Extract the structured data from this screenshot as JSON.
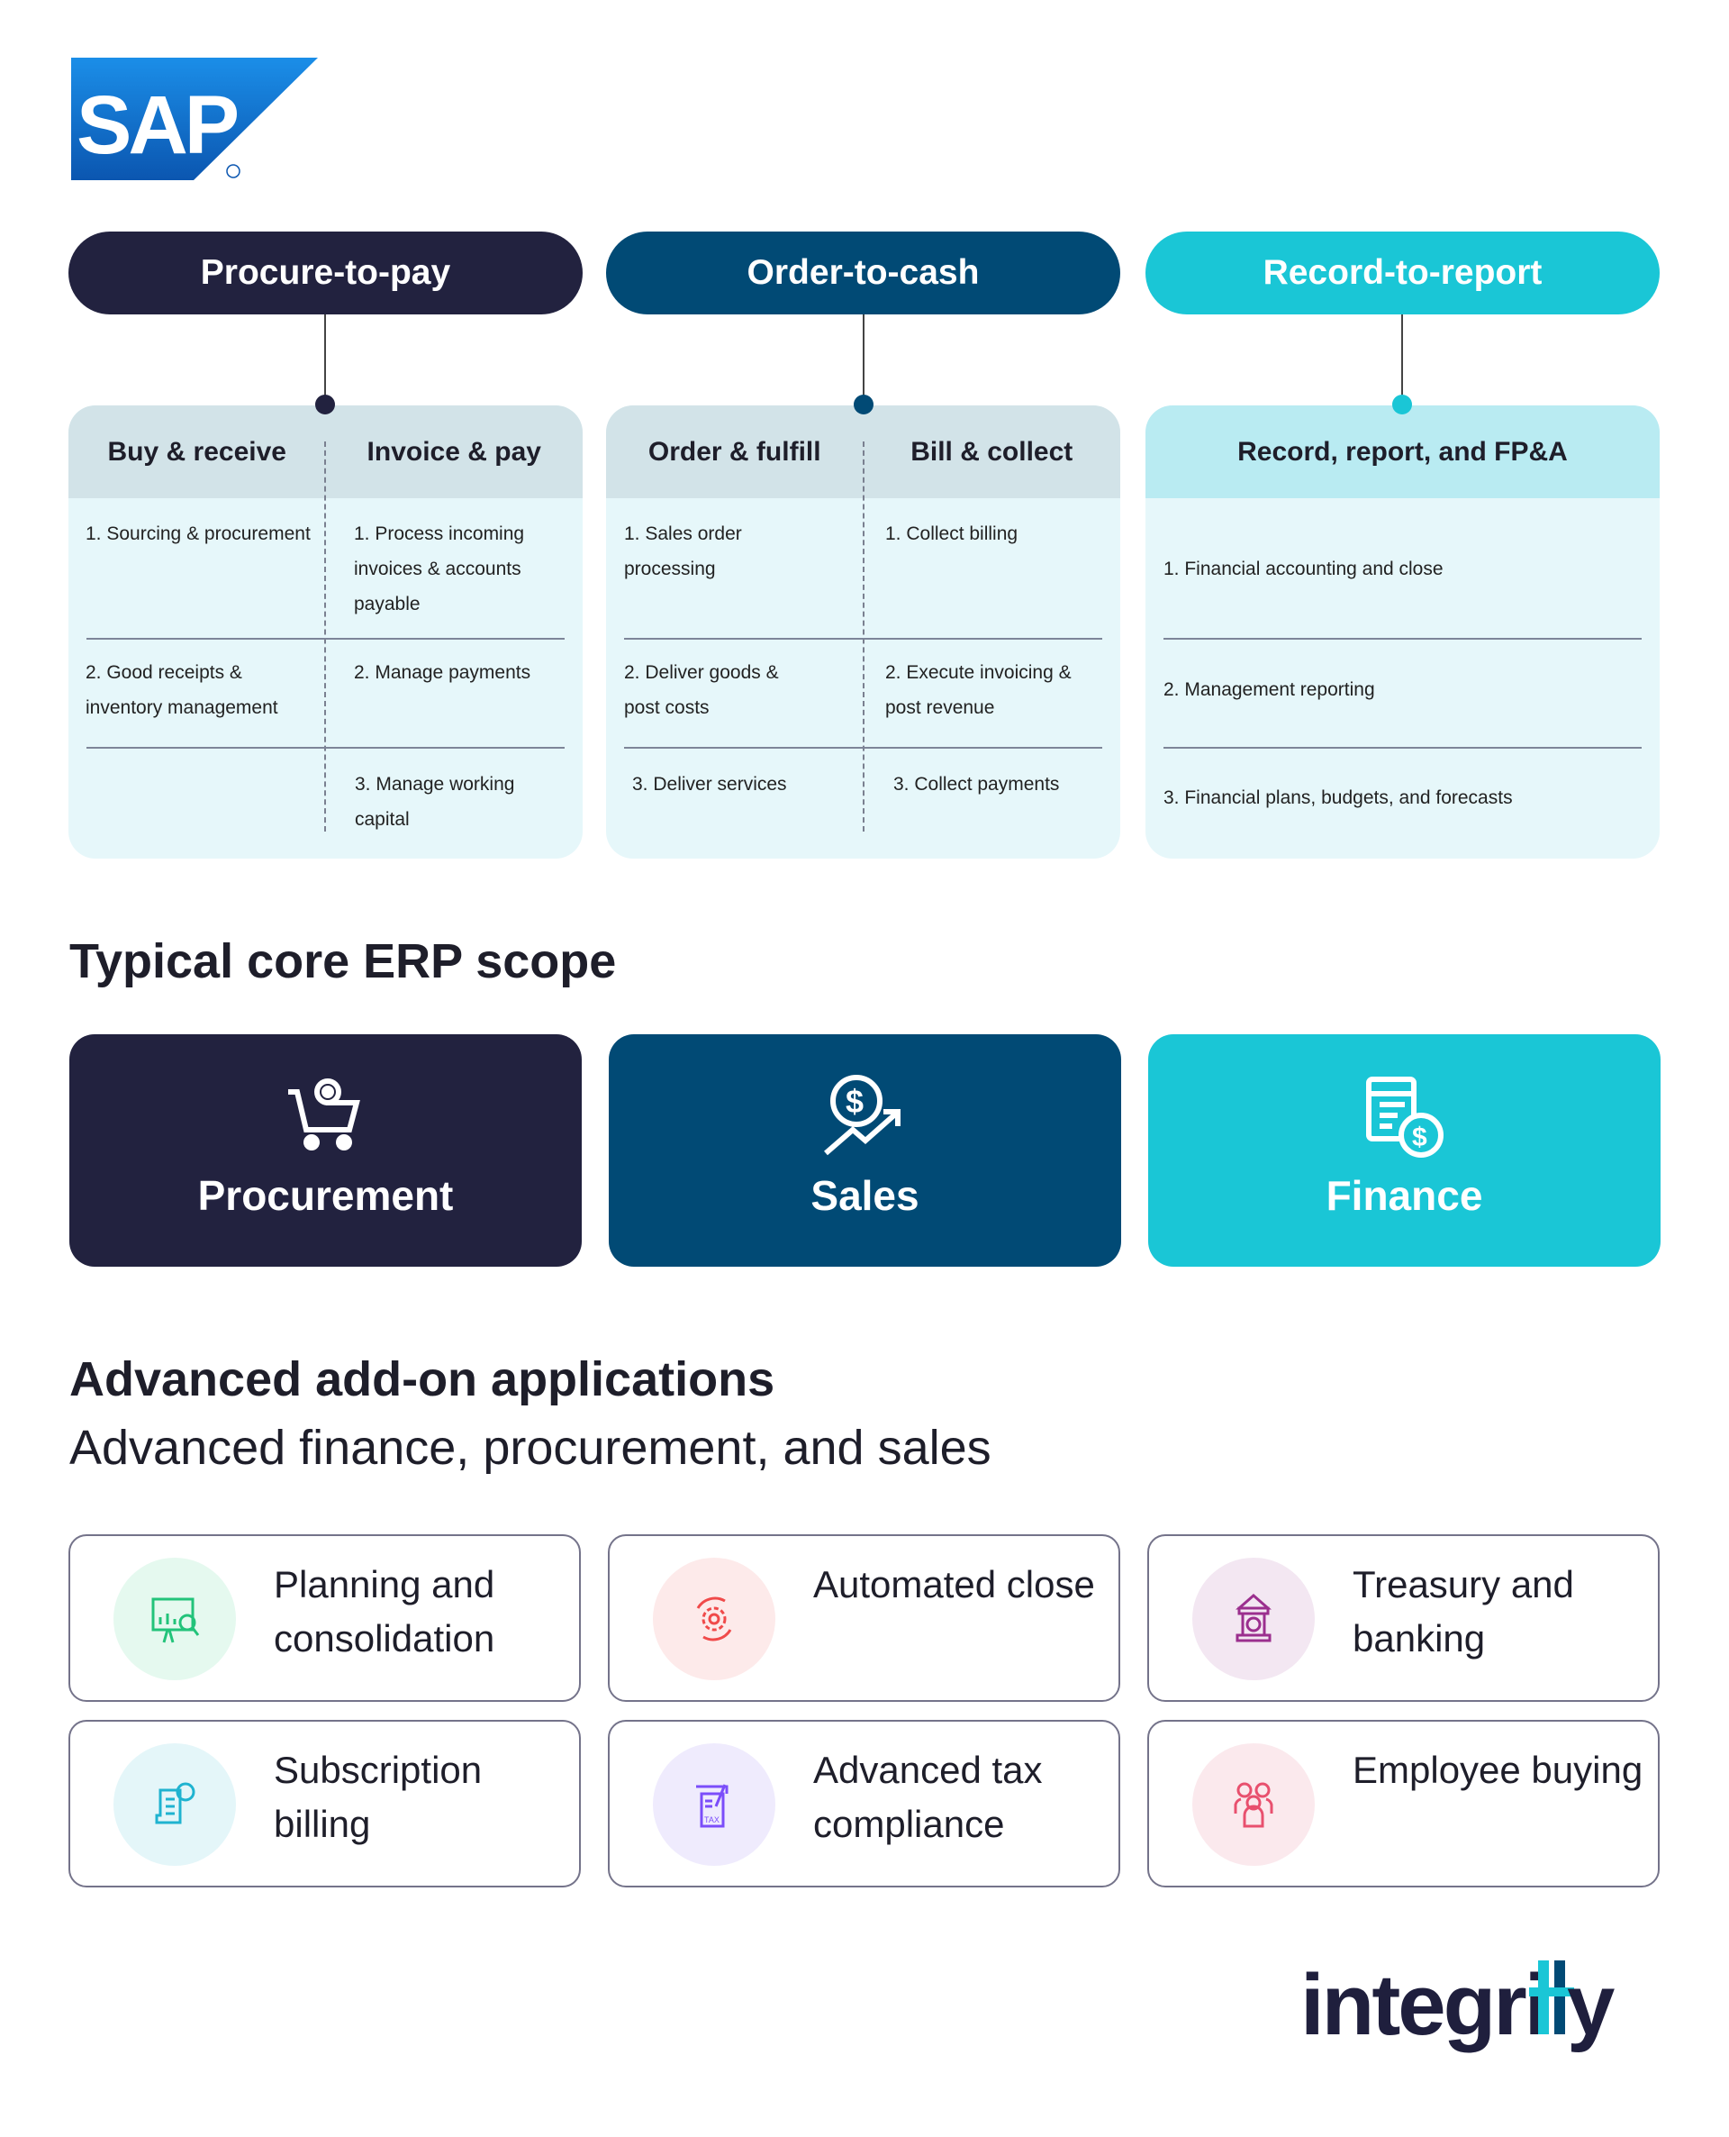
{
  "logo": {
    "text": "SAP",
    "registered": "®"
  },
  "processes": [
    {
      "title": "Procure-to-pay",
      "color": "#22223f",
      "columns": [
        "Buy & receive",
        "Invoice & pay"
      ],
      "rows": [
        [
          "1. Sourcing & procurement",
          "1. Process incoming invoices & accounts payable"
        ],
        [
          "2. Good receipts & inventory management",
          "2. Manage payments"
        ],
        [
          "",
          "3. Manage working capital"
        ]
      ]
    },
    {
      "title": "Order-to-cash",
      "color": "#014a75",
      "columns": [
        "Order & fulfill",
        "Bill & collect"
      ],
      "rows": [
        [
          "1. Sales order processing",
          "1. Collect billing"
        ],
        [
          "2. Deliver goods & post costs",
          "2. Execute invoicing & post revenue"
        ],
        [
          "3. Deliver services",
          "3. Collect payments"
        ]
      ]
    },
    {
      "title": "Record-to-report",
      "color": "#1ac6d6",
      "columns": [
        "Record, report, and FP&A"
      ],
      "rows": [
        "1. Financial accounting and close",
        "2. Management reporting",
        "3. Financial plans, budgets, and forecasts"
      ]
    }
  ],
  "core": {
    "heading": "Typical core ERP scope",
    "items": [
      {
        "label": "Procurement",
        "icon": "cart-gear-icon",
        "color": "#22223f"
      },
      {
        "label": "Sales",
        "icon": "dollar-growth-icon",
        "color": "#014a75"
      },
      {
        "label": "Finance",
        "icon": "ledger-moneybag-icon",
        "color": "#1ac6d6"
      }
    ]
  },
  "addons": {
    "heading": "Advanced add-on applications",
    "subheading": "Advanced finance, procurement, and sales",
    "items": [
      {
        "label": "Planning and consolidation",
        "icon": "presentation-chart-icon",
        "color": "#22c37a",
        "bg": "#e5f9ef"
      },
      {
        "label": "Automated close",
        "icon": "gear-cycle-icon",
        "color": "#f04a4a",
        "bg": "#fdeaea"
      },
      {
        "label": "Treasury and banking",
        "icon": "bank-icon",
        "color": "#9b2f8e",
        "bg": "#f3e7f2"
      },
      {
        "label": "Subscription billing",
        "icon": "invoice-dollar-icon",
        "color": "#1fb3d0",
        "bg": "#e4f6f9"
      },
      {
        "label": "Advanced tax compliance",
        "icon": "tax-document-icon",
        "color": "#7b4dfa",
        "bg": "#efebfd"
      },
      {
        "label": "Employee buying",
        "icon": "people-group-icon",
        "color": "#e8506e",
        "bg": "#fbe9ed"
      }
    ]
  },
  "brand": {
    "text": "integrity"
  }
}
